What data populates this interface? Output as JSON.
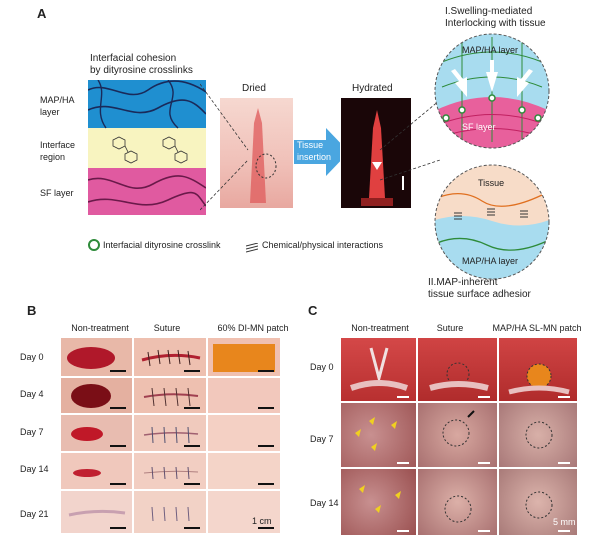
{
  "panel_a": {
    "letter": "A",
    "cohesion_title_line1": "Interfacial cohesion",
    "cohesion_title_line2": "by dityrosine crosslinks",
    "layer_map_line1": "MAP/HA",
    "layer_map_line2": "layer",
    "layer_interface_line1": "Interface",
    "layer_interface_line2": "region",
    "layer_sf": "SF layer",
    "dried_label": "Dried",
    "hydrated_label": "Hydrated",
    "arrow_line1": "Tissue",
    "arrow_line2": "insertion",
    "mech1_line1": "I.Swelling-mediated",
    "mech1_line2": "Interlocking with tissue",
    "circle1_top": "MAP/HA layer",
    "circle1_bottom": "SF layer",
    "circle2_top": "Tissue",
    "circle2_bottom": "MAP/HA layer",
    "mech2_line1": "II.MAP-inherent",
    "mech2_line2": "tissue surface adhesior",
    "legend_crosslink": "Interfacial dityrosine crosslink",
    "legend_interactions": "Chemical/physical interactions"
  },
  "panel_b": {
    "letter": "B",
    "columns": [
      "Non-treatment",
      "Suture",
      "60% DI-MN patch"
    ],
    "rows": [
      "Day 0",
      "Day 4",
      "Day 7",
      "Day 14",
      "Day 21"
    ],
    "scale_label": "1 cm"
  },
  "panel_c": {
    "letter": "C",
    "columns": [
      "Non-treatment",
      "Suture",
      "MAP/HA SL-MN patch"
    ],
    "rows": [
      "Day 0",
      "Day 7",
      "Day 14"
    ],
    "scale_label": "5 mm"
  },
  "colors": {
    "map_layer": "#1f8fd0",
    "interface_layer": "#f8f4c0",
    "sf_layer": "#e05aa0",
    "skin": "#e8b8a8",
    "wound": "#b0182a",
    "patch": "#e8861c",
    "organ": "#c04040",
    "arrow": "#4aa6e0",
    "crosslink": "#2e8b3a"
  }
}
